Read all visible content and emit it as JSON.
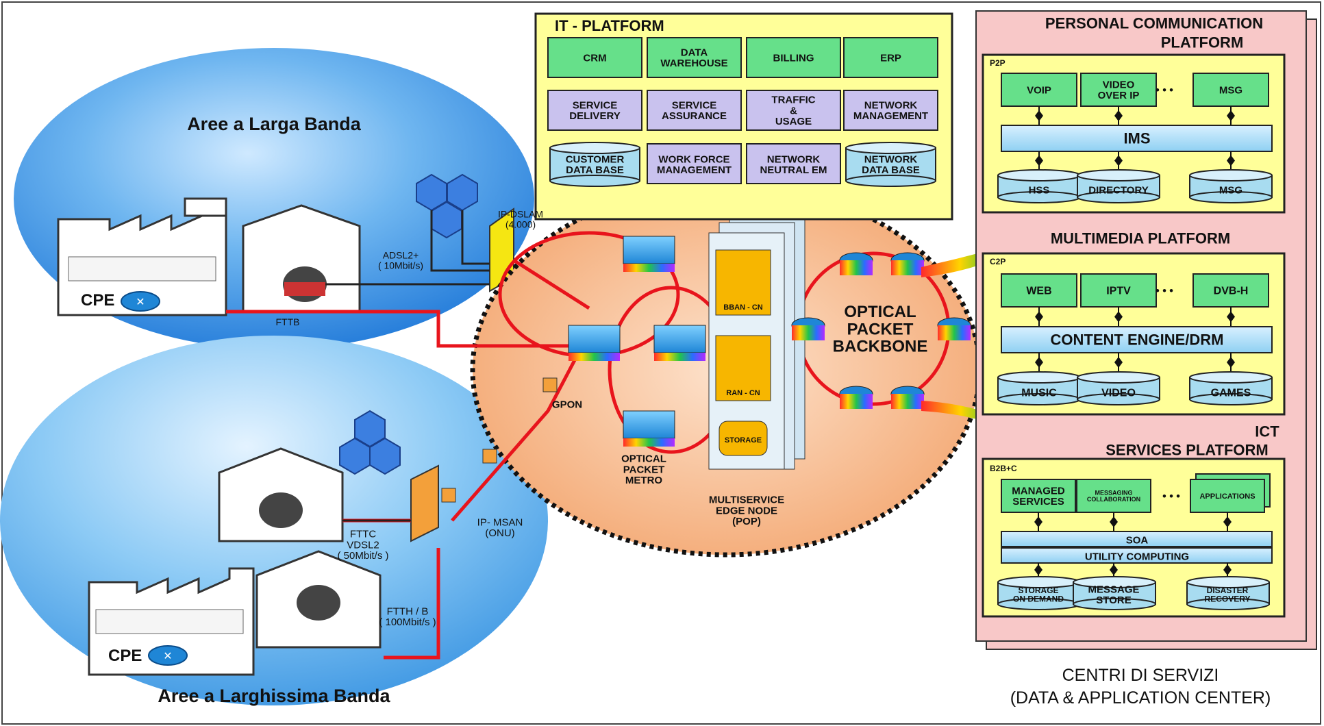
{
  "left": {
    "area_broadband": "Aree a  Larga Banda",
    "area_ultra": "Aree a Larghissima Banda",
    "cpe_top": "CPE",
    "cpe_bottom": "CPE",
    "adsl": [
      "ADSL2+",
      "( 10Mbit/s)"
    ],
    "fttb": "FTTB",
    "ip_dslam": [
      "IP-DSLAM",
      "(4.000)"
    ],
    "gpon": "GPON",
    "fttc": [
      "FTTC",
      "VDSL2",
      "( 50Mbit/s )"
    ],
    "ip_msan": [
      "IP- MSAN",
      "(ONU)"
    ],
    "ftth": [
      "FTTH / B",
      "( 100Mbit/s )"
    ]
  },
  "center": {
    "opm": [
      "OPTICAL",
      "PACKET",
      "METRO"
    ],
    "edge": [
      "MULTISERVICE",
      "EDGE NODE",
      "(POP)"
    ],
    "bban": "BBAN - CN",
    "ran": "RAN - CN",
    "storage": "STORAGE",
    "backbone": [
      "OPTICAL",
      "PACKET",
      "BACKBONE"
    ]
  },
  "it_platform": {
    "title": "IT - PLATFORM",
    "row1": [
      [
        "CRM"
      ],
      [
        "DATA",
        "WAREHOUSE"
      ],
      [
        "BILLING"
      ],
      [
        "ERP"
      ]
    ],
    "row2": [
      [
        "SERVICE",
        "DELIVERY"
      ],
      [
        "SERVICE",
        "ASSURANCE"
      ],
      [
        "TRAFFIC",
        "&",
        "USAGE"
      ],
      [
        "NETWORK",
        "MANAGEMENT"
      ]
    ],
    "row3": [
      [
        "CUSTOMER",
        "DATA BASE"
      ],
      [
        "WORK FORCE",
        "MANAGEMENT"
      ],
      [
        "NETWORK",
        "NEUTRAL  EM"
      ],
      [
        "NETWORK",
        "DATA BASE"
      ]
    ]
  },
  "pcp": {
    "title": [
      "PERSONAL COMMUNICATION",
      "PLATFORM"
    ],
    "tag": "P2P",
    "apps": [
      [
        "VOIP"
      ],
      [
        "VIDEO",
        "OVER IP"
      ],
      [
        "MSG"
      ]
    ],
    "dots": "• • •",
    "core": "IMS",
    "dbs": [
      "HSS",
      "DIRECTORY",
      "MSG"
    ]
  },
  "mmp": {
    "title": "MULTIMEDIA PLATFORM",
    "tag": "C2P",
    "apps": [
      "WEB",
      "IPTV",
      "DVB-H"
    ],
    "dots": "• • •",
    "core": "CONTENT ENGINE/DRM",
    "dbs": [
      "MUSIC",
      "VIDEO",
      "GAMES"
    ]
  },
  "ict": {
    "title": [
      "ICT",
      "SERVICES PLATFORM"
    ],
    "tag": "B2B+C",
    "apps": [
      [
        "MANAGED",
        "SERVICES"
      ],
      [
        "MESSAGING",
        "COLLABORATION"
      ],
      [
        "APPLICATIONS"
      ]
    ],
    "dots": "• • •",
    "soa": "SOA",
    "utility": "UTILITY COMPUTING",
    "dbs": [
      [
        "STORAGE",
        "ON  DEMAND"
      ],
      [
        "MESSAGE",
        "STORE"
      ],
      [
        "DISASTER",
        "RECOVERY"
      ]
    ]
  },
  "footer": [
    "CENTRI DI SERVIZI",
    "(DATA & APPLICATION CENTER)"
  ],
  "colors": {
    "fiber": "#e8141c",
    "ellipse_blue": "#2f8ae0",
    "core_orange": "#f6b88a",
    "box_green": "#66e08a",
    "box_lilac": "#c9c2ee",
    "panel_yellow": "#ffff99",
    "panel_pink": "#f8c8c8",
    "db_blue": "#a8dcf0"
  }
}
